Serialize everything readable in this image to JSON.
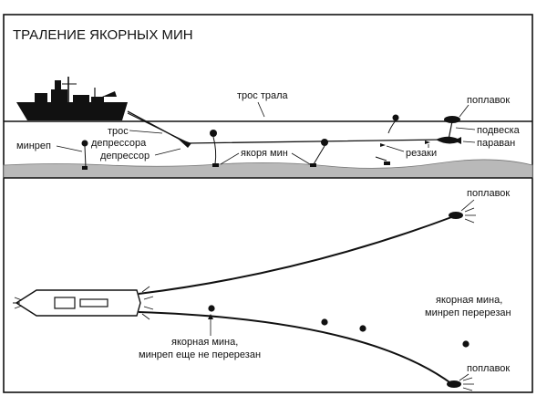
{
  "title": "ТРАЛЕНИЕ ЯКОРНЫХ МИН",
  "side_view": {
    "labels": {
      "trawl_cable": "трос трала",
      "float": "поплавок",
      "suspension": "подвеска",
      "paravane": "параван",
      "mine_cable": "минреп",
      "depressor_cable_line1": "трос",
      "depressor_cable_line2": "депрессора",
      "depressor": "депрессор",
      "mine_anchors": "якоря мин",
      "cutters": "резаки"
    }
  },
  "top_view": {
    "labels": {
      "float_top": "поплавок",
      "float_bottom": "поплавок",
      "mine_cut_line1": "якорная мина,",
      "mine_cut_line2": "минреп перерезан",
      "mine_not_cut_line1": "якорная мина,",
      "mine_not_cut_line2": "минреп еще не перерезан"
    }
  }
}
